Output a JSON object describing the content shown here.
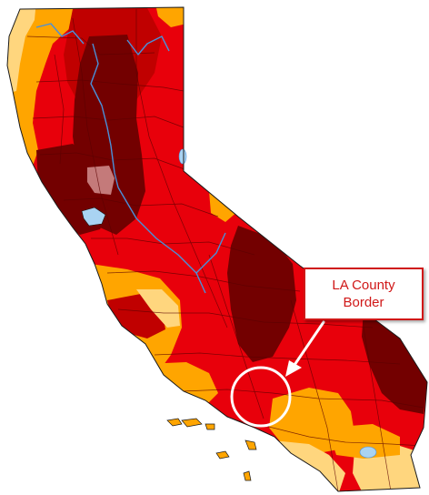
{
  "callout": {
    "line1": "LA County",
    "line2": "Border"
  },
  "colors": {
    "abnormally_dry": "#ffd67e",
    "moderate": "#ffa500",
    "severe": "#e8000b",
    "extreme": "#c00000",
    "exceptional": "#730000",
    "water": "#4a90d9",
    "lake": "#a9d3f2",
    "callout": "#d01818"
  },
  "icons": {
    "highlight": "circle-outline",
    "pointer": "arrow"
  }
}
